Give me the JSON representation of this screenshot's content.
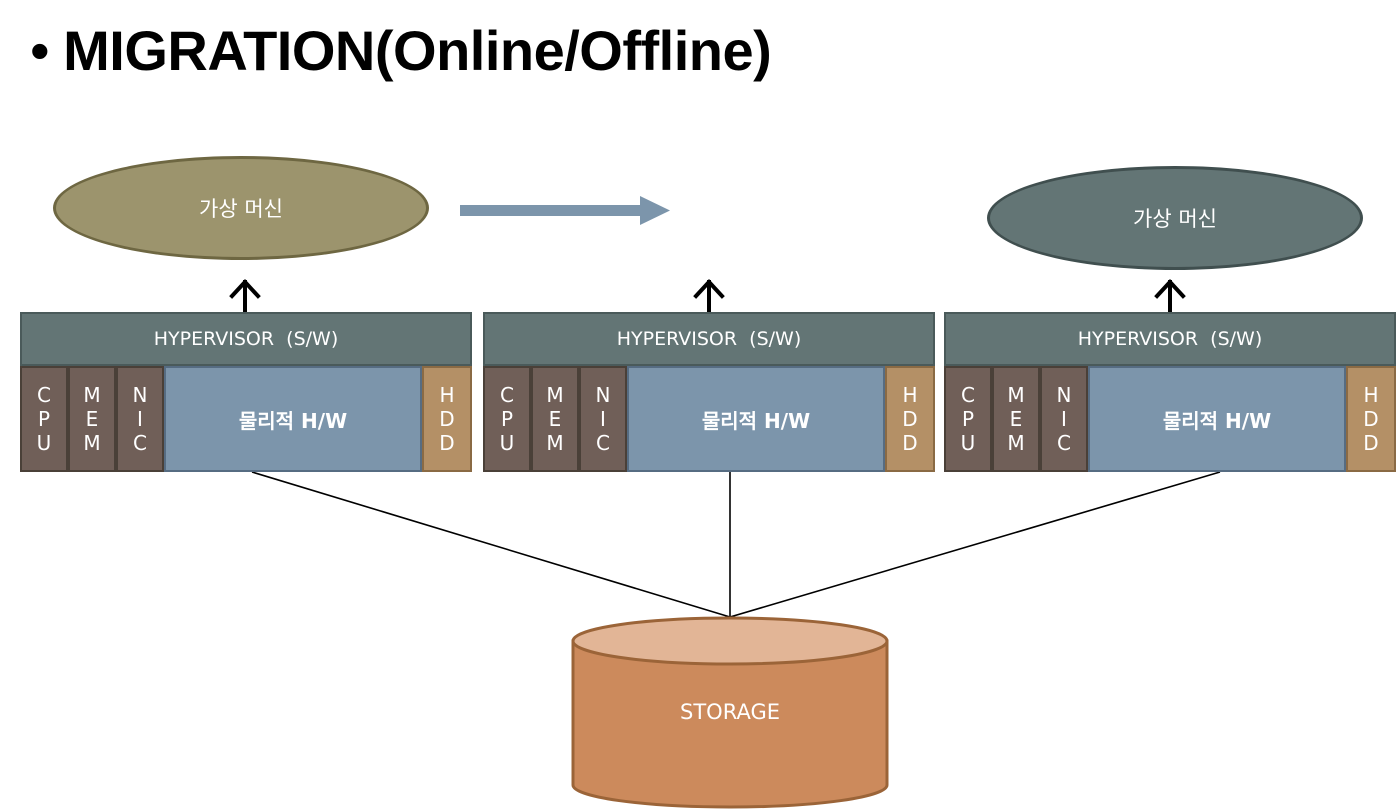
{
  "title": {
    "bullet": "•",
    "text": "MIGRATION(Online/Offline)"
  },
  "vm_source": {
    "label": "가상 머신"
  },
  "vm_target": {
    "label": "가상 머신"
  },
  "servers": [
    {
      "hypervisor": "HYPERVISOR  (S/W)",
      "components": [
        [
          "C",
          "P",
          "U"
        ],
        [
          "M",
          "E",
          "M"
        ],
        [
          "N",
          "I",
          "C"
        ]
      ],
      "physical": "물리적 H/W",
      "hdd": [
        "H",
        "D",
        "D"
      ]
    },
    {
      "hypervisor": "HYPERVISOR  (S/W)",
      "components": [
        [
          "C",
          "P",
          "U"
        ],
        [
          "M",
          "E",
          "M"
        ],
        [
          "N",
          "I",
          "C"
        ]
      ],
      "physical": "물리적 H/W",
      "hdd": [
        "H",
        "D",
        "D"
      ]
    },
    {
      "hypervisor": "HYPERVISOR  (S/W)",
      "components": [
        [
          "C",
          "P",
          "U"
        ],
        [
          "M",
          "E",
          "M"
        ],
        [
          "N",
          "I",
          "C"
        ]
      ],
      "physical": "물리적 H/W",
      "hdd": [
        "H",
        "D",
        "D"
      ]
    }
  ],
  "storage": {
    "label": "STORAGE"
  },
  "colors": {
    "vm_source": "#9c946d",
    "vm_target": "#637575",
    "hypervisor": "#637575",
    "component": "#705f58",
    "physical_hw": "#7c95ab",
    "hdd": "#b49066",
    "storage": "#cc8a5c",
    "migration_arrow": "#7c95ab"
  }
}
